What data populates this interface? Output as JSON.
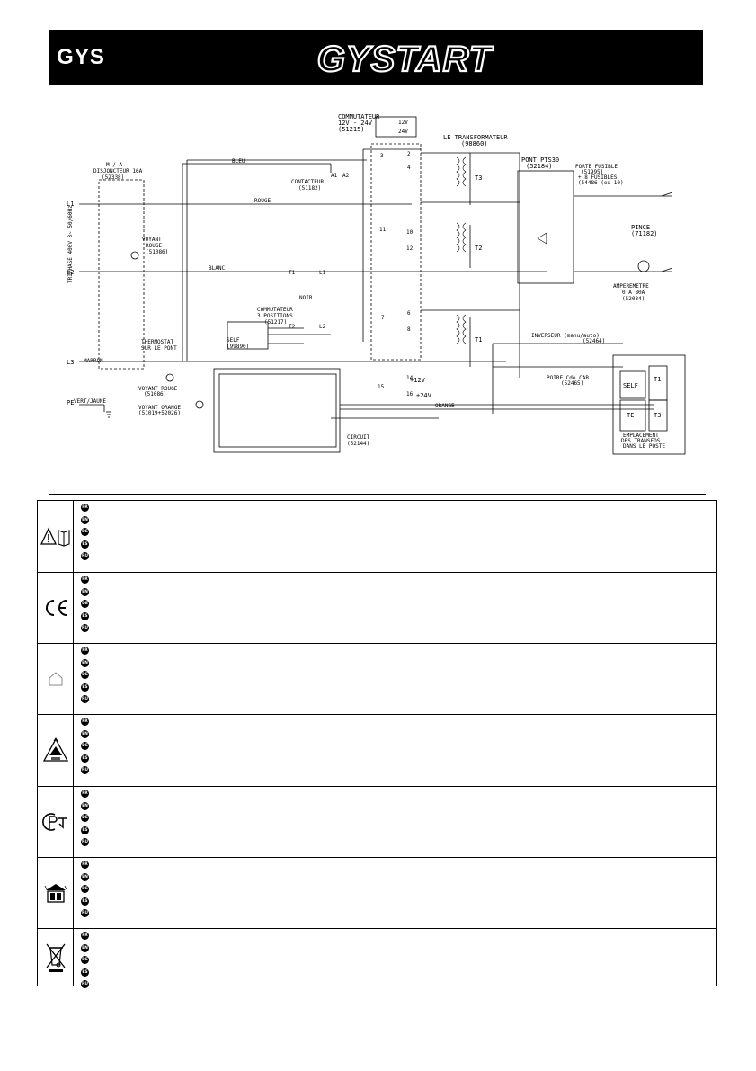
{
  "header": {
    "brand_logo": "GYS",
    "product_logo": "GYSTART"
  },
  "diagram": {
    "commutateur_top": [
      "COMMUTATEUR",
      "12V - 24V",
      "(51215)"
    ],
    "switch_12v": "12V",
    "switch_24v": "24V",
    "transformateur": [
      "LE TRANSFORMATEUR",
      "(98860)"
    ],
    "pont": [
      "PONT PTS30",
      "(52184)"
    ],
    "porte_fusible": [
      "PORTE FUSIBLE",
      "(51995)",
      "+ 8 FUSIBLES",
      "(54486 (ex 10)"
    ],
    "pince": [
      "PINCE",
      "(71182)"
    ],
    "ampermetre": [
      "AMPEREMETRE",
      "0 A 80A",
      "(52034)"
    ],
    "disjoncteur": [
      "M / A",
      "DISJONCTEUR 16A",
      "(52338)"
    ],
    "contacteur": [
      "CONTACTEUR",
      "(51182)"
    ],
    "voyant_rouge_1": [
      "VOYANT",
      "ROUGE",
      "(51086)"
    ],
    "triphase": "TRIPHASE 400V 3~ 50/60Hz",
    "commutateur_3pos": [
      "COMMUTATEUR",
      "3 POSITIONS",
      "(51217)"
    ],
    "self": [
      "SELF",
      "(99890)"
    ],
    "thermostat": [
      "THERMOSTAT",
      "SUR LE PONT"
    ],
    "voyant_rouge_2": [
      "VOYANT ROUGE",
      "(51086)"
    ],
    "voyant_orange": [
      "VOYANT ORANGE",
      "(51019+52026)"
    ],
    "pe": "PE",
    "vert_jaune": "VERT/JAUNE",
    "inverseur": [
      "INVERSEUR (manu/auto)",
      "(52464)"
    ],
    "poire": [
      "POIRE Cde CAB",
      "(52465)"
    ],
    "circuit": [
      "CIRCUIT",
      "(52144)"
    ],
    "v12": "+12V",
    "v24": "+24V",
    "l1": "L1",
    "l2": "L2",
    "l3": "L3",
    "t1": "T1",
    "t2": "T2",
    "t3": "T3",
    "a1": "A1",
    "a2": "A2",
    "placement": [
      "SELF",
      "T1",
      "TE",
      "T3"
    ],
    "placement_caption": [
      "EMPLACEMENT",
      "DES TRANSFOS",
      "DANS LE POSTE"
    ],
    "tap_numbers": [
      "3",
      "2",
      "4",
      "11",
      "10",
      "12",
      "7",
      "6",
      "8",
      "15",
      "14",
      "16"
    ],
    "wire_labels": {
      "rouge": "ROUGE",
      "noir": "NOIR",
      "blanc": "BLANC",
      "bleu": "BLEU",
      "marron": "MARRON",
      "orange": "ORANGE"
    }
  },
  "legend": {
    "languages": [
      "FR",
      "EN",
      "DE",
      "ES",
      "RU"
    ],
    "rows": [
      {
        "icon": "warning-manual-icon",
        "langs": [
          "FR",
          "EN",
          "DE",
          "ES",
          "RU"
        ]
      },
      {
        "icon": "ce-mark-icon",
        "langs": [
          "FR",
          "EN",
          "DE",
          "ES",
          "RU"
        ]
      },
      {
        "icon": "indoor-use-icon",
        "langs": [
          "FR",
          "EN",
          "DE",
          "ES",
          "RU"
        ]
      },
      {
        "icon": "recycling-icon",
        "langs": [
          "FR",
          "EN",
          "DE",
          "ES",
          "RU"
        ]
      },
      {
        "icon": "pct-mark-icon",
        "langs": [
          "FR",
          "EN",
          "DE",
          "ES",
          "RU"
        ]
      },
      {
        "icon": "rain-protection-icon",
        "langs": [
          "FR",
          "EN",
          "DE",
          "ES",
          "RU"
        ]
      },
      {
        "icon": "weee-bin-icon",
        "langs": [
          "FR",
          "EN",
          "DE",
          "ES",
          "RU"
        ]
      }
    ]
  }
}
